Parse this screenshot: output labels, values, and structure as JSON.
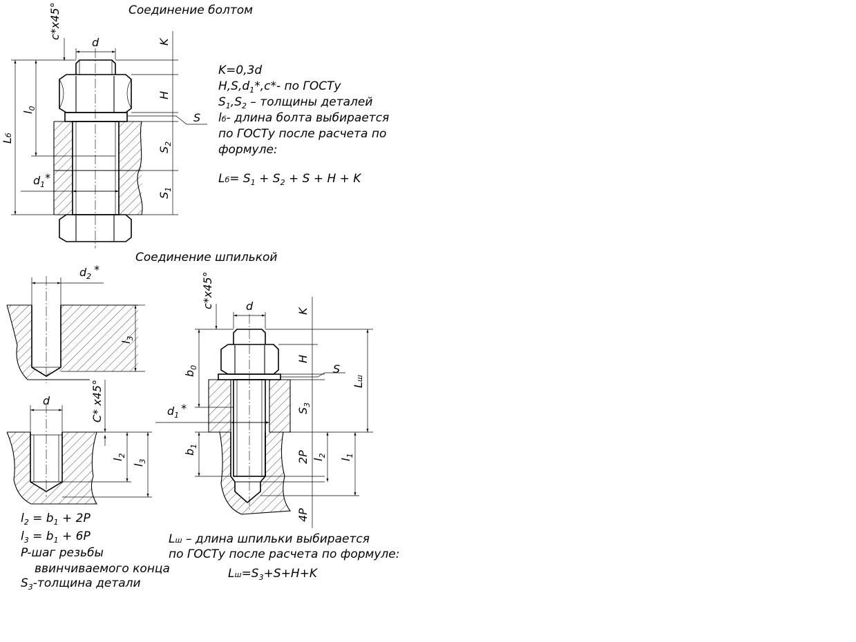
{
  "titles": {
    "bolt": "Соединение болтом",
    "stud": "Соединение шпилькой"
  },
  "bolt_notes": [
    "K=0,3d",
    "H,S,d",
    "S",
    "l",
    "по ГОСТу после расчета по",
    "формуле:",
    "L"
  ],
  "bolt_note_parts": {
    "n2_sub": "1",
    "n2_rest": "*,c*- по ГОСТу",
    "n3_sub1": "1",
    "n3_mid": ",S",
    "n3_sub2": "2",
    "n3_rest": " – толщины деталей",
    "n4_sub": "б",
    "n4_rest": "- длина болта выбирается",
    "formula_sub": "б",
    "formula_eq": "= S",
    "formula_s1": "1",
    "formula_plus": " + S",
    "formula_s2": "2",
    "formula_rest": " + S + H + K"
  },
  "bolt_dims": {
    "chamfer": "c*x45°",
    "d": "d",
    "K": "K",
    "H": "H",
    "S": "S",
    "S2": "S",
    "S2_sub": "2",
    "S1": "S",
    "S1_sub": "1",
    "l0": "l",
    "l0_sub": "0",
    "Lb": "L",
    "Lb_sub": "б",
    "d1": "d",
    "d1_sub": "1",
    "d1_star": "*"
  },
  "hole_dims": {
    "d2": "d",
    "d2_sub": "2",
    "d2_star": "*",
    "l3": "l",
    "l3_sub": "3",
    "d": "d",
    "chamfer": "C* x45°",
    "l2": "l",
    "l2_sub": "2",
    "l3b": "l",
    "l3b_sub": "3"
  },
  "stud_dims": {
    "chamfer": "c*x45°",
    "d": "d",
    "K": "K",
    "H": "H",
    "S": "S",
    "b0": "b",
    "b0_sub": "0",
    "Lsh": "L",
    "Lsh_sub": "ш",
    "d1": "d",
    "d1_sub": "1",
    "d1_star": "*",
    "S3": "S",
    "S3_sub": "3",
    "b1": "b",
    "b1_sub": "1",
    "twoP": "2P",
    "l2": "l",
    "l2_sub": "2",
    "l1": "l",
    "l1_sub": "1",
    "fourP": "4P"
  },
  "hole_notes": {
    "n1_a": "l",
    "n1_sub": "2",
    "n1_b": " = b",
    "n1_sub2": "1",
    "n1_c": " + 2P",
    "n2_a": "l",
    "n2_sub": "3",
    "n2_b": " = b",
    "n2_sub2": "1",
    "n2_c": " + 6P",
    "n3": "P-шаг резьбы",
    "n4": "ввинчиваемого конца",
    "n5_a": "S",
    "n5_sub": "3",
    "n5_b": "-толщина детали"
  },
  "stud_notes": {
    "n1_a": "L",
    "n1_sub": "ш",
    "n1_b": " – длина шпильки выбирается",
    "n2": "по ГОСТу после расчета по формуле:",
    "f_a": "L",
    "f_sub": "ш",
    "f_b": "=S",
    "f_sub2": "3",
    "f_c": "+S+H+K"
  }
}
